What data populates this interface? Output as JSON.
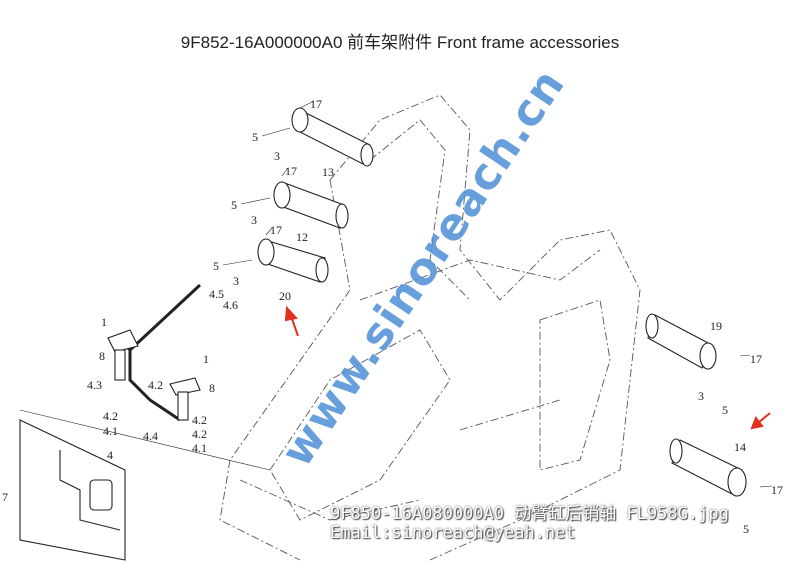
{
  "title": "9F852-16A000000A0   前车架附件  Front frame accessories",
  "watermark": "www.sinoreach.cn",
  "caption": {
    "filename": "9F850-16A080000A0 动臂缸后销轴 FL958G.jpg",
    "email": "Email:sinoreach@yeah.net"
  },
  "callouts": [
    "17",
    "5",
    "3",
    "13",
    "17",
    "5",
    "3",
    "12",
    "17",
    "5",
    "3",
    "20",
    "4.5",
    "4.6",
    "1",
    "8",
    "4.3",
    "4.2",
    "1",
    "8",
    "4.2",
    "4.1",
    "4.4",
    "4.2",
    "4.2",
    "4.1",
    "4",
    "7",
    "19",
    "17",
    "3",
    "5",
    "14",
    "17",
    "5"
  ],
  "arrow_color": "#e0301e"
}
